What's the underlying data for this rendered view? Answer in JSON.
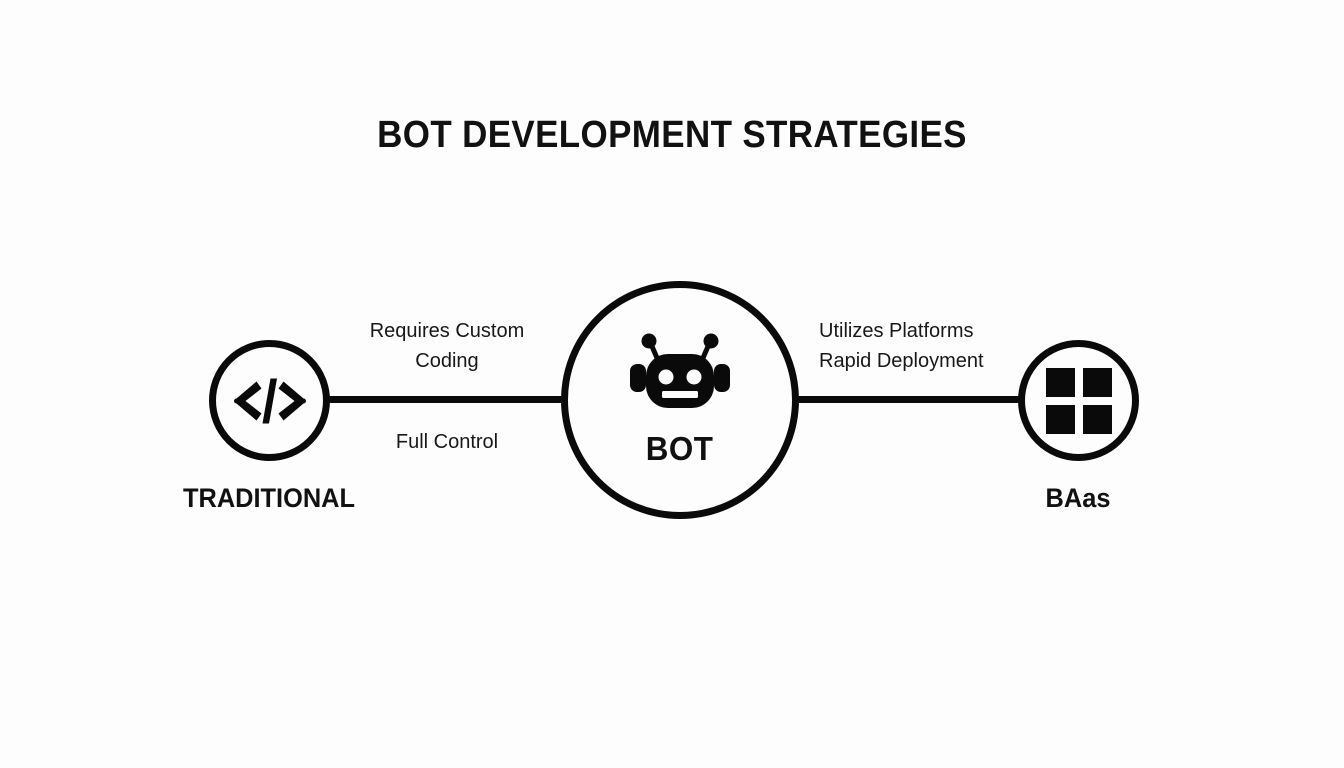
{
  "diagram": {
    "title": "BOT DEVELOPMENT STRATEGIES",
    "background_color": "#fdfdfd",
    "stroke_color": "#0a0a0a",
    "text_color": "#111111"
  },
  "nodes": {
    "left": {
      "id": "traditional",
      "label": "TRADITIONAL",
      "icon": "code-icon",
      "icon_glyph": "</>"
    },
    "center": {
      "id": "bot",
      "label": "BOT",
      "icon": "robot-icon"
    },
    "right": {
      "id": "baas",
      "label": "BAas",
      "icon": "grid-four-squares-icon"
    }
  },
  "edges": {
    "left": {
      "above_line": "Requires Custom\nCoding",
      "below_line": "Full Control"
    },
    "right": {
      "above_line": "Utilizes Platforms\nRapid Deployment"
    }
  }
}
